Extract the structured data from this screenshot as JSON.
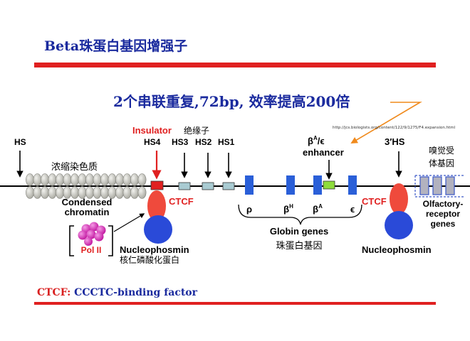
{
  "slide": {
    "title": "Beta珠蛋白基因增强子",
    "headline": "2个串联重复,72bp, 效率提高200倍",
    "footer_key": "CTCF:",
    "footer_value": " CCCTC-binding factor"
  },
  "diagram": {
    "source_url": "http://jcs.biologists.org/content/122/9/1275/F4.expansion.html",
    "labels": {
      "hs_left": "HS",
      "insulator": "Insulator",
      "insulator_cn": "绝缘子",
      "hs4": "HS4",
      "hs3": "HS3",
      "hs2": "HS2",
      "hs1": "HS1",
      "condensed_cn": "浓缩染色质",
      "condensed_1": "Condensed",
      "condensed_2": "chromatin",
      "ctcf_left": "CTCF",
      "ctcf_right": "CTCF",
      "pol2": "Pol II",
      "nucleophosmin_left": "Nucleophosmin",
      "nucleophosmin_cn": "核仁磷酸化蛋白",
      "nucleophosmin_right": "Nucleophosmin",
      "beta_enhancer_1": "β",
      "beta_enhancer_sup": "A",
      "beta_enhancer_2": "/ϵ",
      "enhancer": "enhancer",
      "hs3_prime": "3′HS",
      "olfactory_cn_1": "嗅觉受",
      "olfactory_cn_2": "体基因",
      "olfactory_1": "Olfactory-",
      "olfactory_2": "receptor",
      "olfactory_3": "genes",
      "gene_rho": "ρ",
      "gene_bh": "β",
      "gene_bh_sup": "H",
      "gene_ba": "β",
      "gene_ba_sup": "A",
      "gene_eps": "ϵ",
      "globin_genes": "Globin genes",
      "globin_cn": "珠蛋白基因"
    },
    "colors": {
      "title_blue": "#1a2a9e",
      "accent_red": "#e02020",
      "gene_blue": "#2a5fd8",
      "enhancer_green": "#8edc3c",
      "ctcf_red": "#ef4a3c",
      "nucleophosmin_blue": "#2a4ad8",
      "hs_box": "#a9cbd2",
      "pol2_magenta": "#d61fb8",
      "chromatin_bead": "#c9c9c2"
    }
  }
}
